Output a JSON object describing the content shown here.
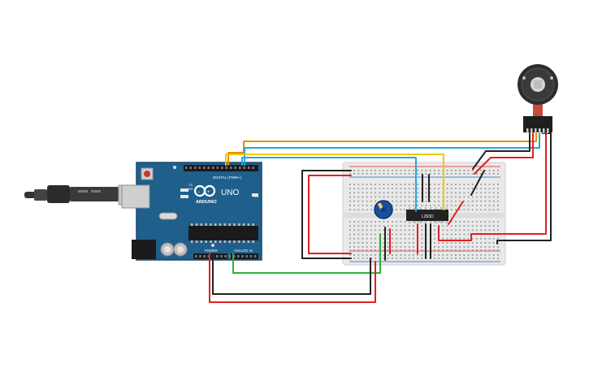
{
  "arduino": {
    "brand": "ARDUINO",
    "model": "UNO",
    "digital_header_label": "DIGITAL (PWM~)",
    "analog_header_label": "ANALOG IN",
    "power_header_label": "POWER",
    "tx_label": "TX",
    "rx_label": "RX",
    "on_label": "ON"
  },
  "ic": {
    "label": "L293D"
  },
  "colors": {
    "board": "#1f5f8b",
    "breadboard": "#e9e9e9",
    "wire_red": "#e02020",
    "wire_black": "#222222",
    "wire_green": "#2fae3a",
    "wire_orange": "#f08a00",
    "wire_blue": "#2aa6d8",
    "wire_yellow": "#f0c800",
    "potentiometer": "#1a4f9e"
  },
  "icons": {
    "usb_cable": "usb-cable-icon",
    "motor": "dc-motor-encoder-icon"
  }
}
